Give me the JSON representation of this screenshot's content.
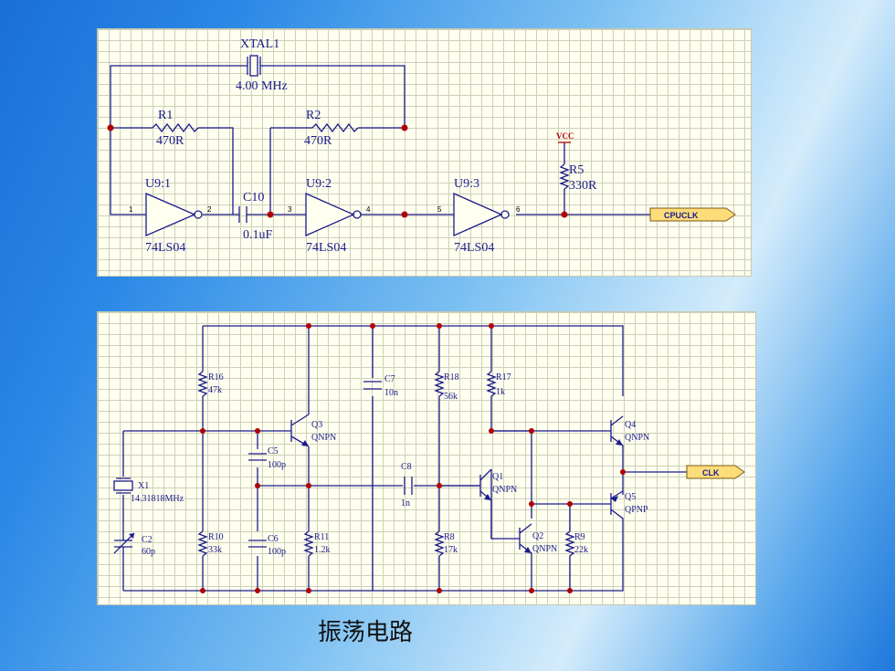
{
  "circuit_top": {
    "crystal": {
      "ref": "XTAL1",
      "value": "4.00 MHz"
    },
    "r1": {
      "ref": "R1",
      "value": "470R"
    },
    "r2": {
      "ref": "R2",
      "value": "470R"
    },
    "r5": {
      "ref": "R5",
      "value": "330R"
    },
    "c10": {
      "ref": "C10",
      "value": "0.1uF"
    },
    "vcc": "VCC",
    "inverters": [
      {
        "ref": "U9:1",
        "part": "74LS04",
        "pin_in": "1",
        "pin_out": "2"
      },
      {
        "ref": "U9:2",
        "part": "74LS04",
        "pin_in": "3",
        "pin_out": "4"
      },
      {
        "ref": "U9:3",
        "part": "74LS04",
        "pin_in": "5",
        "pin_out": "6"
      }
    ],
    "output_port": "CPUCLK"
  },
  "circuit_bottom": {
    "x1": {
      "ref": "X1",
      "value": "14.31818MHz"
    },
    "c2": {
      "ref": "C2",
      "value": "60p"
    },
    "r16": {
      "ref": "R16",
      "value": "47k"
    },
    "r10": {
      "ref": "R10",
      "value": "33k"
    },
    "c5": {
      "ref": "C5",
      "value": "100p"
    },
    "c6": {
      "ref": "C6",
      "value": "100p"
    },
    "q3": {
      "ref": "Q3",
      "type": "QNPN"
    },
    "r11": {
      "ref": "R11",
      "value": "1.2k"
    },
    "c7": {
      "ref": "C7",
      "value": "10n"
    },
    "c8": {
      "ref": "C8",
      "value": "1n"
    },
    "r18": {
      "ref": "R18",
      "value": "56k"
    },
    "r8": {
      "ref": "R8",
      "value": "17k"
    },
    "r17": {
      "ref": "R17",
      "value": "1k"
    },
    "q1": {
      "ref": "Q1",
      "type": "QNPN"
    },
    "q2": {
      "ref": "Q2",
      "type": "QNPN"
    },
    "r9": {
      "ref": "R9",
      "value": "22k"
    },
    "q4": {
      "ref": "Q4",
      "type": "QNPN"
    },
    "q5": {
      "ref": "Q5",
      "type": "QPNP"
    },
    "output_port": "CLK"
  },
  "caption": "振荡电路"
}
